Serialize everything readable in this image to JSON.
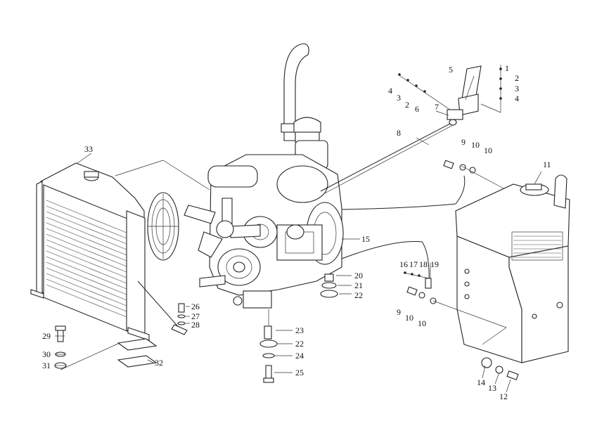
{
  "diagram": {
    "callouts": [
      {
        "id": "c1",
        "text": "1"
      },
      {
        "id": "c2a",
        "text": "2"
      },
      {
        "id": "c3a",
        "text": "3"
      },
      {
        "id": "c4a",
        "text": "4"
      },
      {
        "id": "c5",
        "text": "5"
      },
      {
        "id": "c4b",
        "text": "4"
      },
      {
        "id": "c3b",
        "text": "3"
      },
      {
        "id": "c2b",
        "text": "2"
      },
      {
        "id": "c6",
        "text": "6"
      },
      {
        "id": "c7",
        "text": "7"
      },
      {
        "id": "c8",
        "text": "8"
      },
      {
        "id": "c9a",
        "text": "9"
      },
      {
        "id": "c10a",
        "text": "10"
      },
      {
        "id": "c10b",
        "text": "10"
      },
      {
        "id": "c11",
        "text": "11"
      },
      {
        "id": "c33",
        "text": "33"
      },
      {
        "id": "c15",
        "text": "15"
      },
      {
        "id": "c16",
        "text": "16"
      },
      {
        "id": "c17",
        "text": "17"
      },
      {
        "id": "c18",
        "text": "18"
      },
      {
        "id": "c19",
        "text": "19"
      },
      {
        "id": "c20",
        "text": "20"
      },
      {
        "id": "c21",
        "text": "21"
      },
      {
        "id": "c22a",
        "text": "22"
      },
      {
        "id": "c9b",
        "text": "9"
      },
      {
        "id": "c10c",
        "text": "10"
      },
      {
        "id": "c10d",
        "text": "10"
      },
      {
        "id": "c26",
        "text": "26"
      },
      {
        "id": "c27",
        "text": "27"
      },
      {
        "id": "c28",
        "text": "28"
      },
      {
        "id": "c23",
        "text": "23"
      },
      {
        "id": "c22b",
        "text": "22"
      },
      {
        "id": "c24",
        "text": "24"
      },
      {
        "id": "c25",
        "text": "25"
      },
      {
        "id": "c29",
        "text": "29"
      },
      {
        "id": "c30",
        "text": "30"
      },
      {
        "id": "c31",
        "text": "31"
      },
      {
        "id": "c32",
        "text": "32"
      },
      {
        "id": "c14",
        "text": "14"
      },
      {
        "id": "c13",
        "text": "13"
      },
      {
        "id": "c12",
        "text": "12"
      }
    ]
  }
}
